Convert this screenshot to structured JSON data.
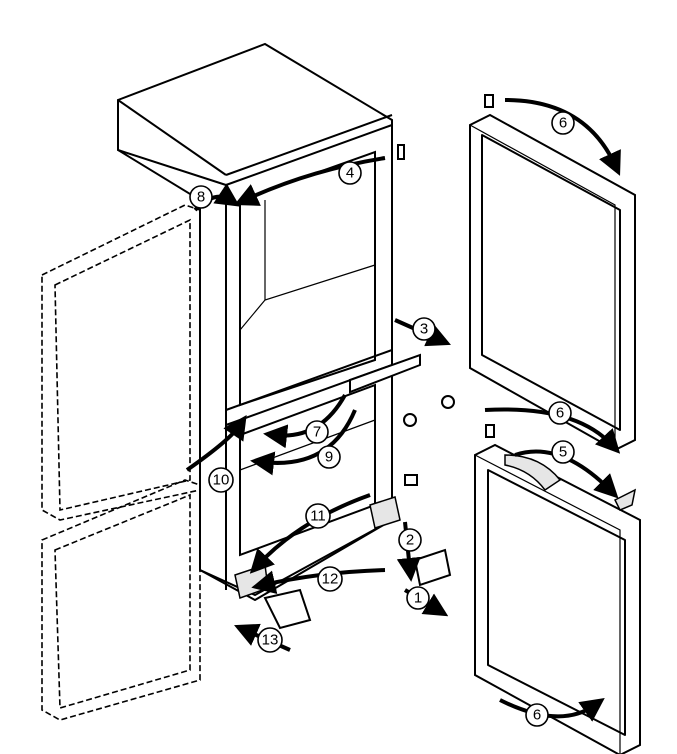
{
  "diagram": {
    "callouts": {
      "c1": "1",
      "c2": "2",
      "c3": "3",
      "c4": "4",
      "c5": "5",
      "c6a": "6",
      "c6b": "6",
      "c6c": "6",
      "c7": "7",
      "c8": "8",
      "c9": "9",
      "c10": "10",
      "c11": "11",
      "c12": "12",
      "c13": "13"
    }
  }
}
